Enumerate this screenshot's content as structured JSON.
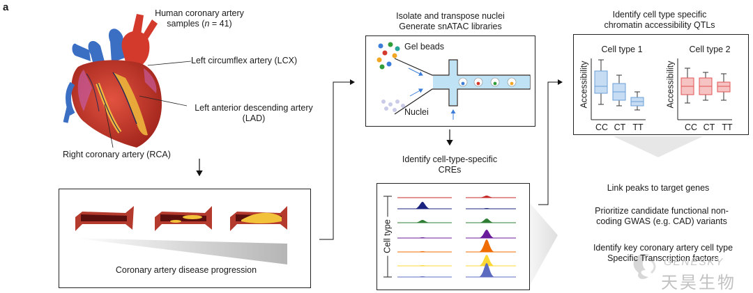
{
  "panel_label": "a",
  "heart": {
    "title_line1": "Human coronary artery",
    "title_line2_pre": "samples (",
    "title_line2_n": "n",
    "title_line2_post": " = 41)",
    "label_lcx": "Left circumflex artery (LCX)",
    "label_lad_line1": "Left anterior descending artery",
    "label_lad_line2": "(LAD)",
    "label_rca": "Right coronary artery (RCA)"
  },
  "progression": {
    "caption": "Coronary artery disease progression"
  },
  "microfluidics": {
    "title_line1": "Isolate and transpose nuclei",
    "title_line2": "Generate snATAC libraries",
    "gel_beads": "Gel beads",
    "nuclei": "Nuclei"
  },
  "cre": {
    "title_line1": "Identify cell-type-specific",
    "title_line2": "CREs",
    "axis_label": "Cell type",
    "track_colors": [
      "#1a237e",
      "#2e7d32",
      "#6a1b9a",
      "#ef6c00",
      "#fdd835",
      "#5c6bc0"
    ]
  },
  "qtl": {
    "title_line1": "Identify cell type specific",
    "title_line2": "chromatin accessibility QTLs",
    "ylabel": "Accessibility",
    "panel1": {
      "title": "Cell type 1",
      "color": "#6a9fd8",
      "fill": "#c6dcf3"
    },
    "panel2": {
      "title": "Cell type 2",
      "color": "#e05252",
      "fill": "#f6c3c3"
    },
    "genotypes": [
      "CC",
      "CT",
      "TT"
    ]
  },
  "outcomes": {
    "line1": "Link peaks to target genes",
    "line2a": "Prioritize candidate functional  non-",
    "line2b": "coding GWAS (e.g. CAD) variants",
    "line3a": "Identify key coronary artery cell type",
    "line3b": "Specific Transcription factors"
  },
  "watermark": {
    "latin": "GENESKY",
    "chinese": "天昊生物"
  }
}
